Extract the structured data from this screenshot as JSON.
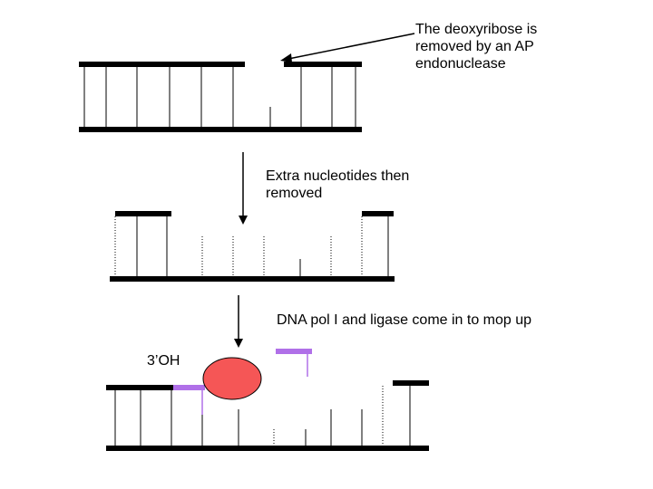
{
  "labels": {
    "step1": "The deoxyribose is\nremoved by an AP\nendonuclease",
    "step2": "Extra nucleotides then\nremoved",
    "step3": "DNA pol I and ligase come in to mop up",
    "three_prime_oh": "3’OH"
  },
  "colors": {
    "strand": "#000000",
    "new_dna": "#b070e8",
    "polymerase": "#f55656",
    "polymerase_outline": "#000000"
  }
}
